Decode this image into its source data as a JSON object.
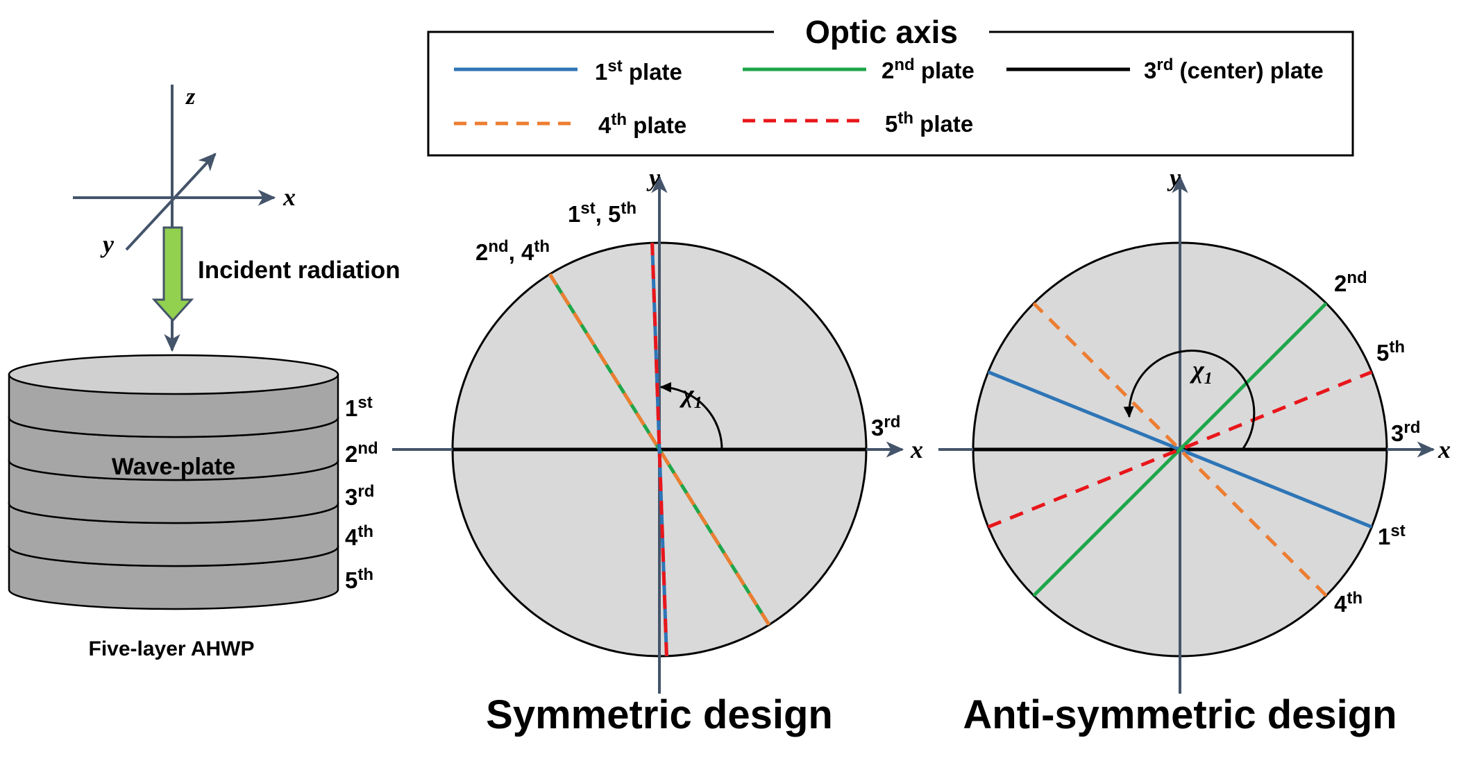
{
  "legend": {
    "title": "Optic axis",
    "items": [
      {
        "num": "1",
        "sup": "st",
        "text": " plate",
        "color": "#2e75b6",
        "dash": false
      },
      {
        "num": "2",
        "sup": "nd",
        "text": " plate",
        "color": "#1fa64a",
        "dash": false
      },
      {
        "num": "3",
        "sup": "rd",
        "text": " (center) plate",
        "color": "#000000",
        "dash": false
      },
      {
        "num": "4",
        "sup": "th",
        "text": " plate",
        "color": "#ed7d31",
        "dash": true
      },
      {
        "num": "5",
        "sup": "th",
        "text": " plate",
        "color": "#e8161b",
        "dash": true
      }
    ]
  },
  "coords": {
    "z": "z",
    "x": "x",
    "y": "y",
    "arrow_label": "Incident radiation"
  },
  "stack": {
    "label": "Wave-plate",
    "caption": "Five-layer AHWP",
    "layers": [
      {
        "num": "1",
        "sup": "st"
      },
      {
        "num": "2",
        "sup": "nd"
      },
      {
        "num": "3",
        "sup": "rd"
      },
      {
        "num": "4",
        "sup": "th"
      },
      {
        "num": "5",
        "sup": "th"
      }
    ]
  },
  "symmetric": {
    "title": "Symmetric design",
    "axis_x": "x",
    "axis_y": "y",
    "angle": "χ",
    "angle_sub": "1",
    "label_15": {
      "a": "1",
      "as": "st",
      "b": ", 5",
      "bs": "th"
    },
    "label_24": {
      "a": "2",
      "as": "nd",
      "b": ", 4",
      "bs": "th"
    },
    "label_3": {
      "num": "3",
      "sup": "rd"
    },
    "angles_deg": {
      "p1": 92,
      "p2": 122,
      "p3": 0,
      "p4": 122,
      "p5": 92
    }
  },
  "antisymmetric": {
    "title": "Anti-symmetric design",
    "axis_x": "x",
    "axis_y": "y",
    "angle": "χ",
    "angle_sub": "1",
    "labels": {
      "p1": {
        "num": "1",
        "sup": "st"
      },
      "p2": {
        "num": "2",
        "sup": "nd"
      },
      "p3": {
        "num": "3",
        "sup": "rd"
      },
      "p4": {
        "num": "4",
        "sup": "th"
      },
      "p5": {
        "num": "5",
        "sup": "th"
      }
    },
    "angles_deg": {
      "p1": 158,
      "p2": 45,
      "p3": 0,
      "p4": 135,
      "p5": 22
    }
  }
}
